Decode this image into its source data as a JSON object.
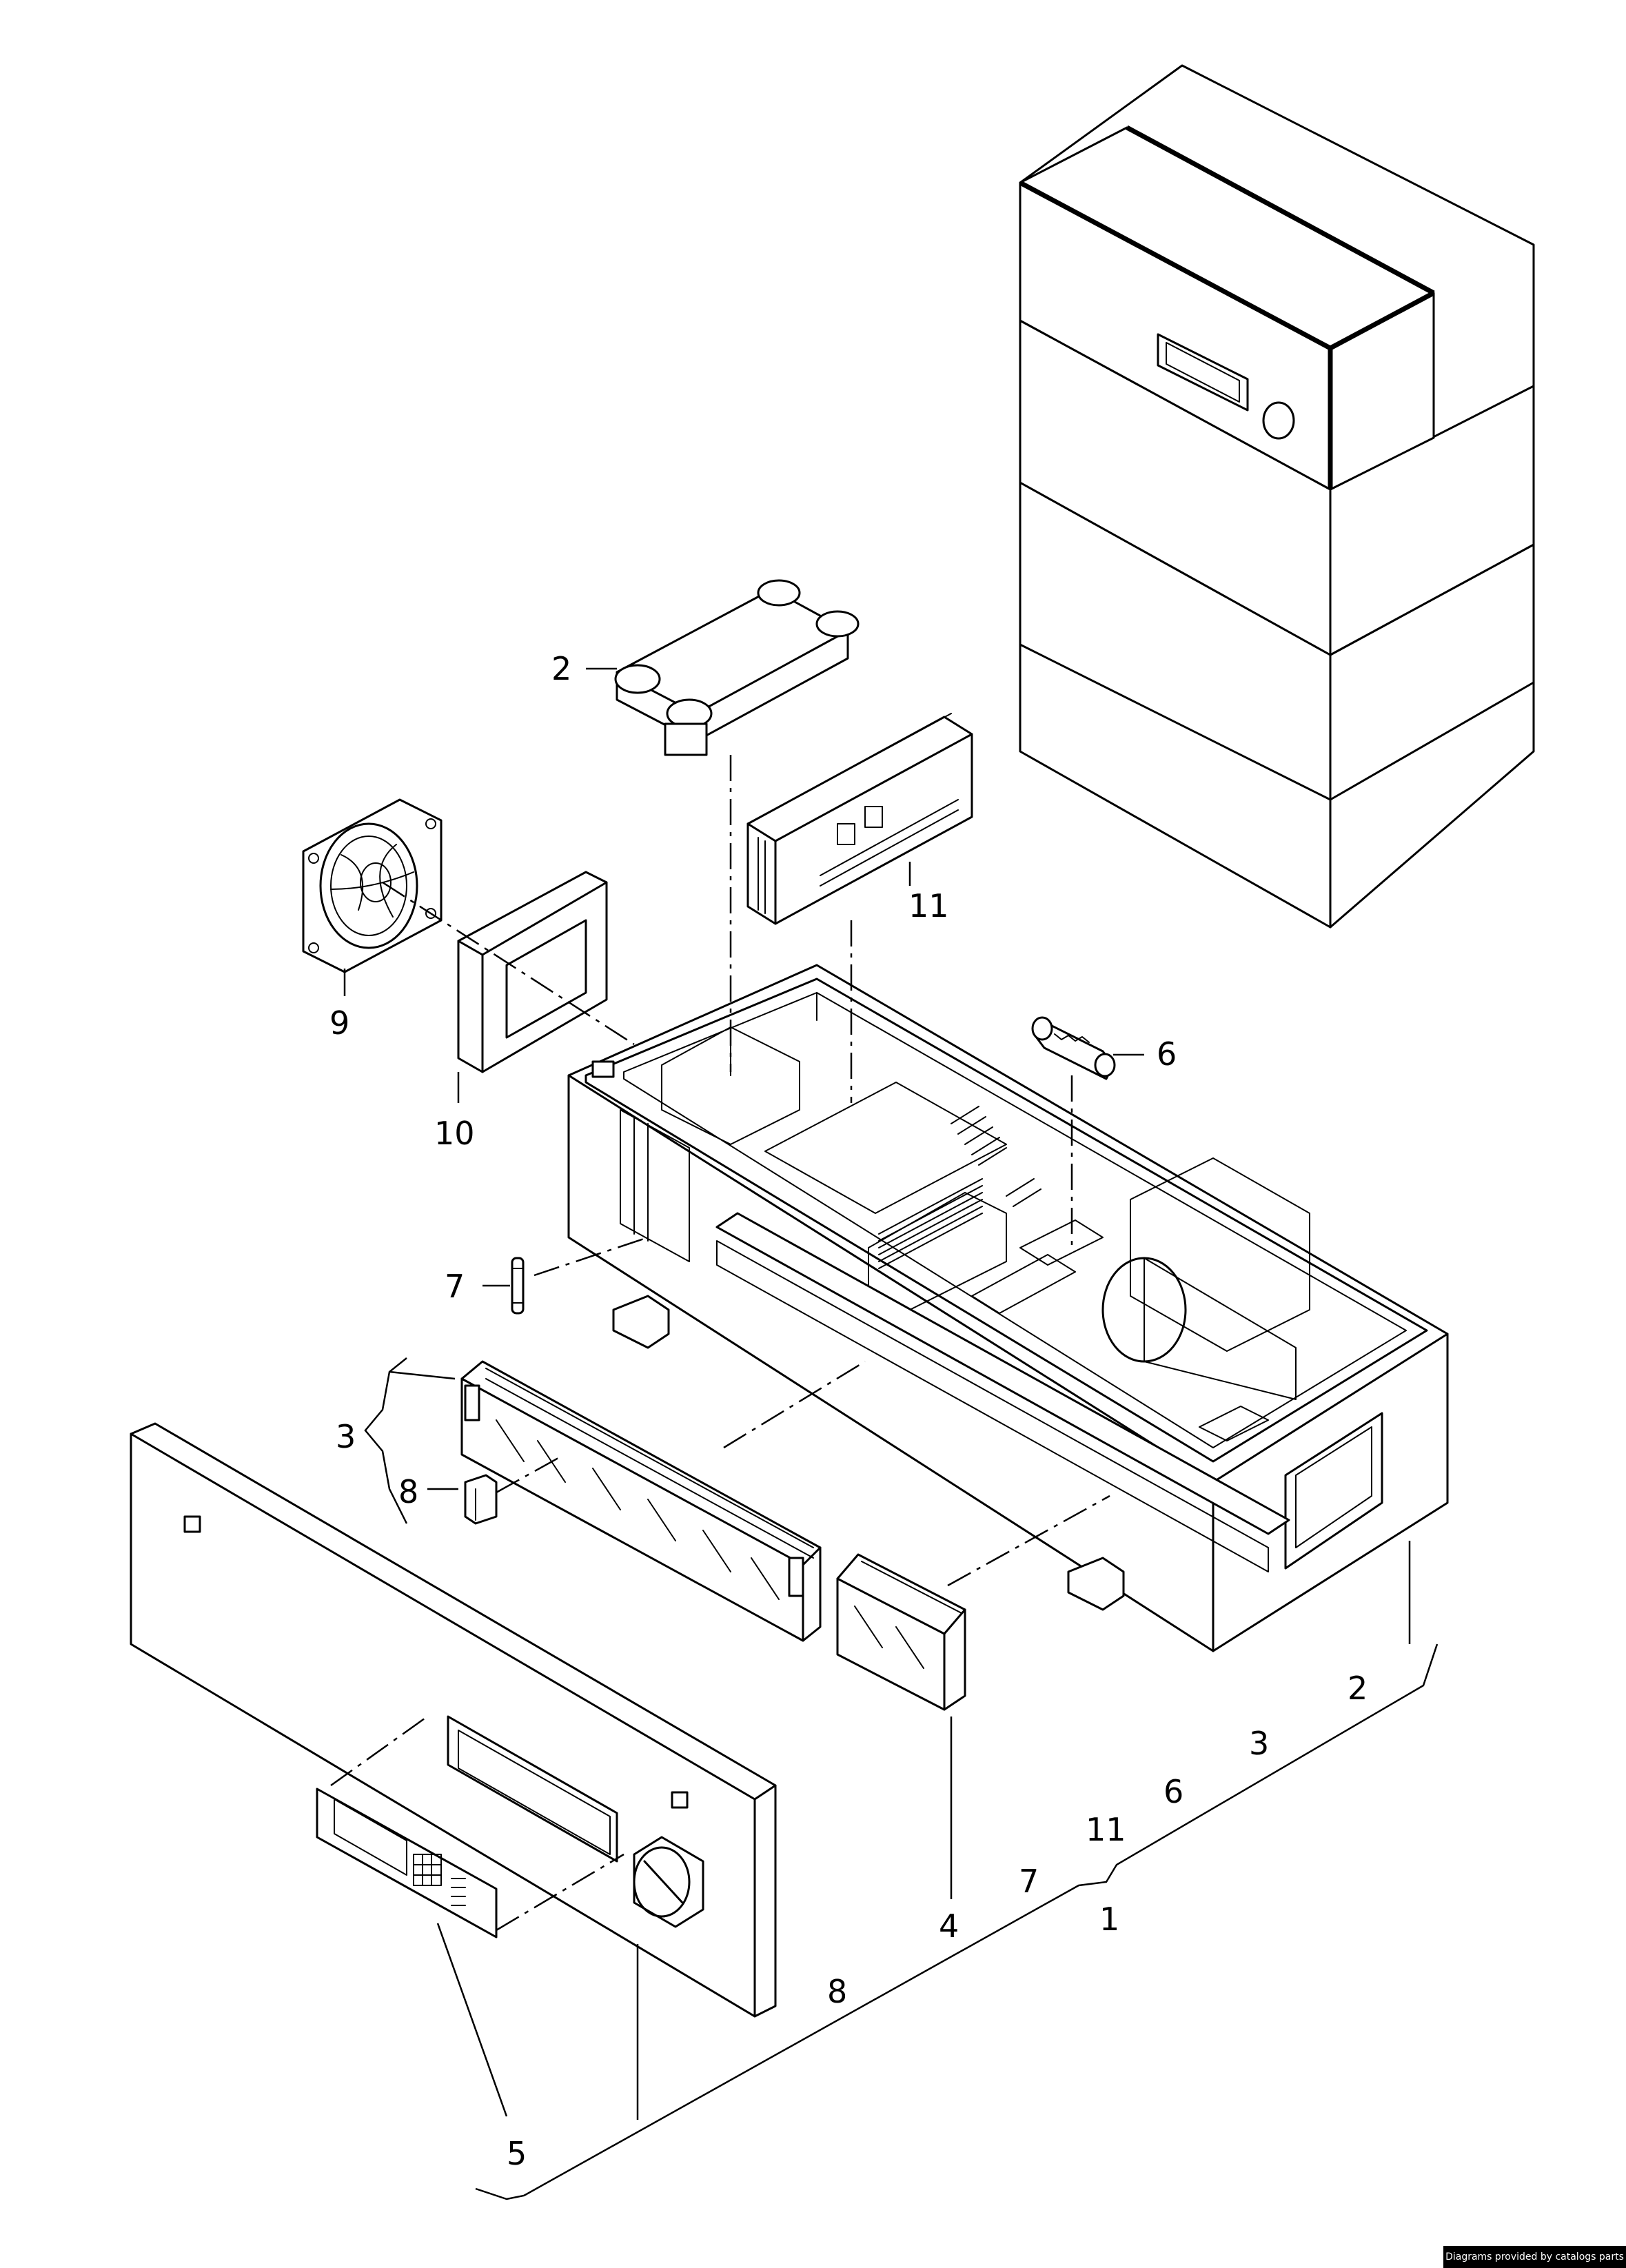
{
  "callouts": {
    "c2": "2",
    "c11": "11",
    "c9": "9",
    "c10": "10",
    "c6": "6",
    "c7": "7",
    "c3": "3",
    "c8": "8",
    "c4": "4",
    "c5": "5"
  },
  "assembly_list": {
    "item_2": "2",
    "item_3": "3",
    "item_6": "6",
    "item_11": "11",
    "item_7": "7",
    "item_1": "1",
    "item_8": "8"
  },
  "credit": "Diagrams provided by catalogs parts"
}
